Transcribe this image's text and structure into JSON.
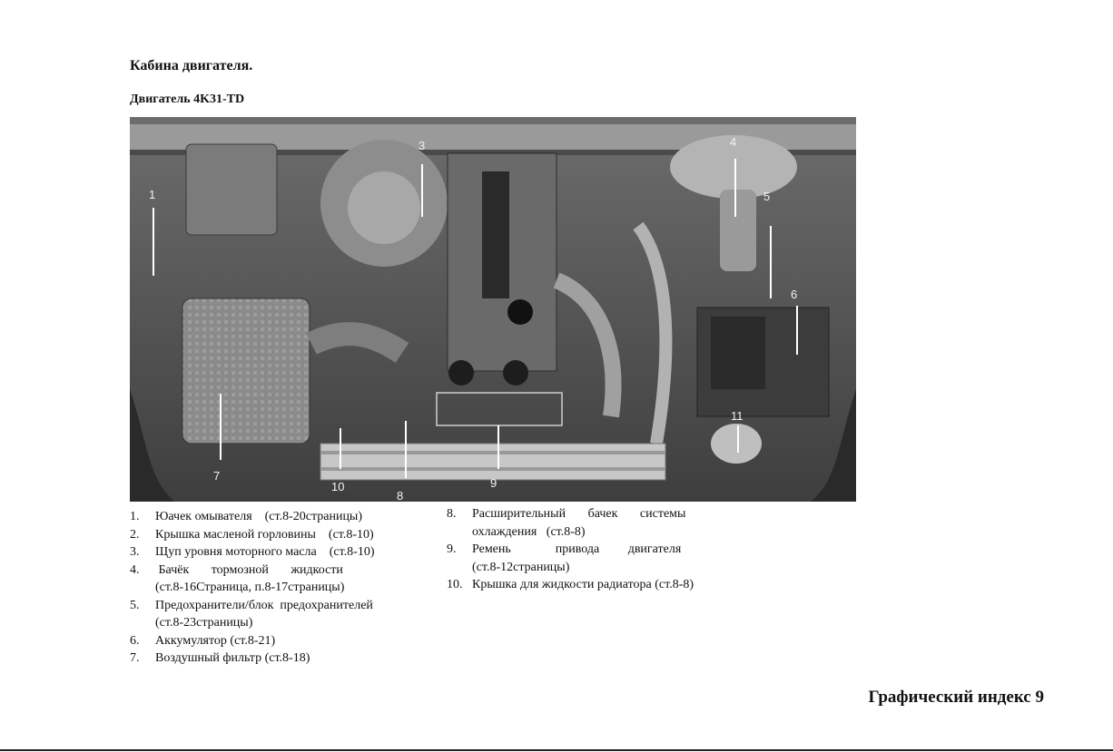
{
  "page": {
    "title": "Кабина двигателя.",
    "subtitle": "Двигатель 4K31-TD",
    "footer": "Графический индекс 9"
  },
  "image": {
    "callouts": [
      "1",
      "3",
      "4",
      "5",
      "6",
      "7",
      "10",
      "8",
      "9",
      "11"
    ]
  },
  "legend_left": [
    {
      "num": "1.",
      "line1": "Юачек омывателя    (ст.8-20страницы)"
    },
    {
      "num": "2.",
      "line1": "Крышка масленой горловины    (ст.8-10)"
    },
    {
      "num": "3.",
      "line1": "Щуп уровня моторного масла    (ст.8-10)"
    },
    {
      "num": "4.",
      "line1": " Бачёк       тормозной       жидкости",
      "line2": "(ст.8-16Страница, п.8-17страницы)"
    },
    {
      "num": "5.",
      "line1": "Предохранители/блок  предохранителей",
      "line2": "(ст.8-23страницы)"
    },
    {
      "num": "6.",
      "line1": "Аккумулятор (ст.8-21)"
    },
    {
      "num": "7.",
      "line1": "Воздушный фильтр (ст.8-18)"
    }
  ],
  "legend_right": [
    {
      "num": "8.",
      "line1": "Расширительный       бачек       системы",
      "line2": "охлаждения   (ст.8-8)"
    },
    {
      "num": "9.",
      "line1": "Ремень              привода         двигателя",
      "line2": "(ст.8-12страницы)"
    },
    {
      "num": "10.",
      "line1": "Крышка для жидкости радиатора (ст.8-8)"
    }
  ]
}
